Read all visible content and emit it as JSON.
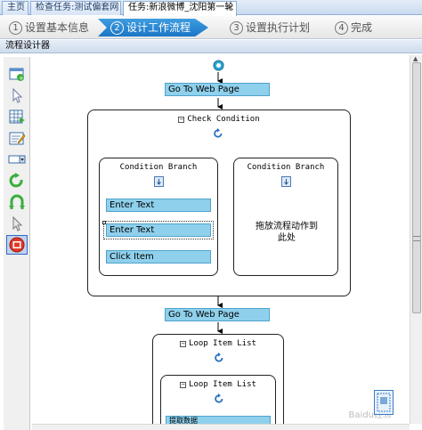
{
  "tabs": [
    {
      "label": "主页"
    },
    {
      "label": "检查任务:测试偏套网"
    },
    {
      "label": "任务:新浪微博_沈阳第一轮",
      "close": "×"
    }
  ],
  "steps": [
    {
      "num": "1",
      "label": "设置基本信息"
    },
    {
      "num": "2",
      "label": "设计工作流程"
    },
    {
      "num": "3",
      "label": "设置执行计划"
    },
    {
      "num": "4",
      "label": "完成"
    }
  ],
  "panel_title": "流程设计器",
  "toolbox": [
    {
      "icon": "open-page-icon"
    },
    {
      "icon": "click-pointer-icon"
    },
    {
      "icon": "extract-data-icon"
    },
    {
      "icon": "enter-text-icon"
    },
    {
      "icon": "select-dropdown-icon"
    },
    {
      "icon": "loop-icon"
    },
    {
      "icon": "condition-icon"
    },
    {
      "icon": "mouse-hover-icon"
    },
    {
      "icon": "stop-icon"
    }
  ],
  "flow": {
    "go_to_web_page_1": "Go To Web Page",
    "check_condition": "Check Condition",
    "branch_left_title": "Condition Branch",
    "branch_right_title": "Condition Branch",
    "enter_text_1": "Enter Text",
    "enter_text_2": "Enter Text",
    "click_item": "Click Item",
    "drop_hint_line1": "拖放流程动作到",
    "drop_hint_line2": "此处",
    "go_to_web_page_2": "Go To Web Page",
    "loop_outer": "Loop Item List",
    "loop_inner": "Loop Item List",
    "bottom_step": "提取数据"
  },
  "watermark": "Baidu经验"
}
